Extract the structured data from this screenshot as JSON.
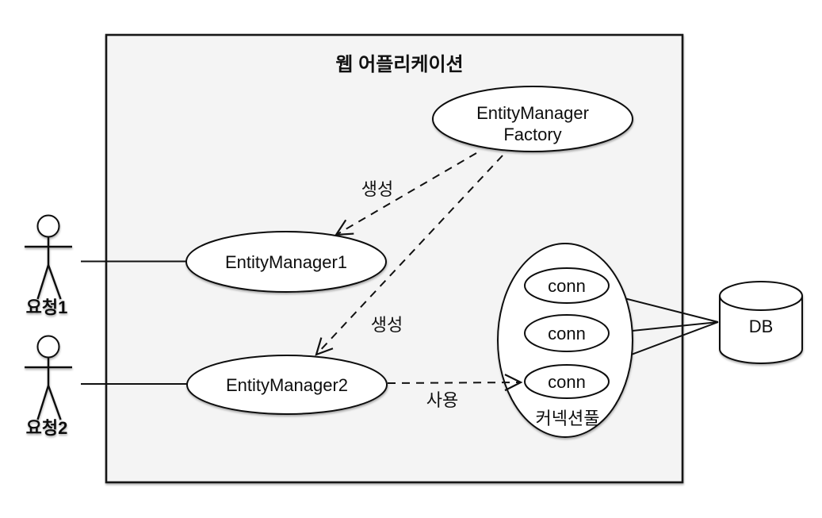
{
  "diagram": {
    "title": "웹 어플리케이션",
    "type": "uml-deployment-diagram",
    "colors": {
      "background": "#ffffff",
      "box_fill": "#f4f4f4",
      "stroke": "#111111",
      "text": "#111111"
    }
  },
  "actors": [
    {
      "label": "요청1"
    },
    {
      "label": "요청2"
    }
  ],
  "nodes": {
    "factory": {
      "line1": "EntityManager",
      "line2": "Factory"
    },
    "em1": "EntityManager1",
    "em2": "EntityManager2",
    "pool_label": "커넥션풀",
    "conns": [
      "conn",
      "conn",
      "conn"
    ],
    "db": "DB"
  },
  "edges": {
    "create1": "생성",
    "create2": "생성",
    "use": "사용"
  }
}
